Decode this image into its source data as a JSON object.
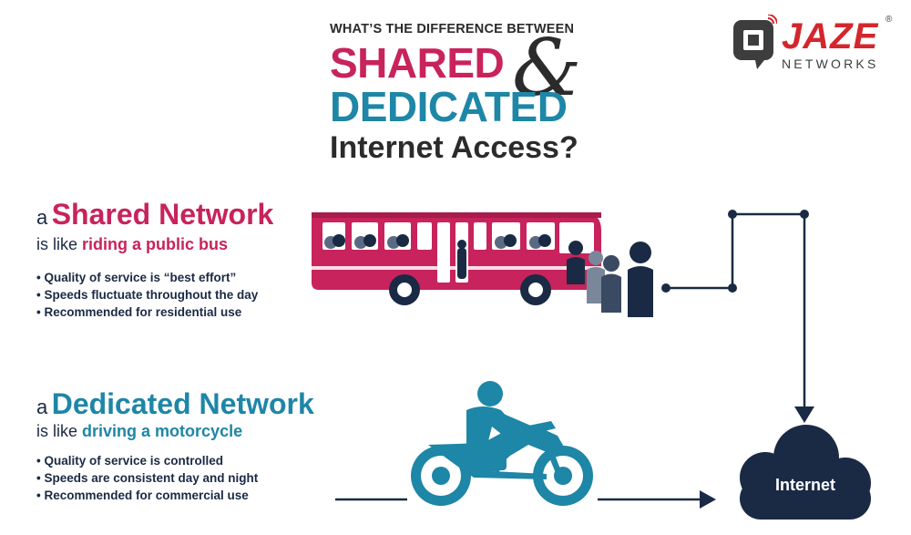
{
  "header": {
    "question": "WHAT’S THE DIFFERENCE BETWEEN",
    "shared": "SHARED",
    "ampersand": "&",
    "dedicated": "DEDICATED",
    "internet_access": "Internet Access?"
  },
  "logo": {
    "name": "JAZE",
    "sub": "NETWORKS",
    "registered": "®"
  },
  "shared_section": {
    "prefix": "a",
    "title": "Shared Network",
    "sub_prefix": "is like",
    "sub_highlight": "riding a public bus",
    "bullets": [
      "Quality of service is “best effort”",
      "Speeds fluctuate throughout the day",
      "Recommended for residential use"
    ]
  },
  "dedicated_section": {
    "prefix": "a",
    "title": "Dedicated Network",
    "sub_prefix": "is like",
    "sub_highlight": "driving a motorcycle",
    "bullets": [
      "Quality of service is controlled",
      "Speeds are consistent day and night",
      "Recommended for commercial use"
    ]
  },
  "internet": {
    "label": "Internet"
  },
  "colors": {
    "shared": "#c8235c",
    "dedicated": "#1e86a6",
    "navy": "#1a2a44",
    "brand_red": "#d4262d"
  },
  "icons": [
    "bus-icon",
    "passengers-icon",
    "motorcycle-icon",
    "cloud-icon",
    "logo-icon"
  ]
}
